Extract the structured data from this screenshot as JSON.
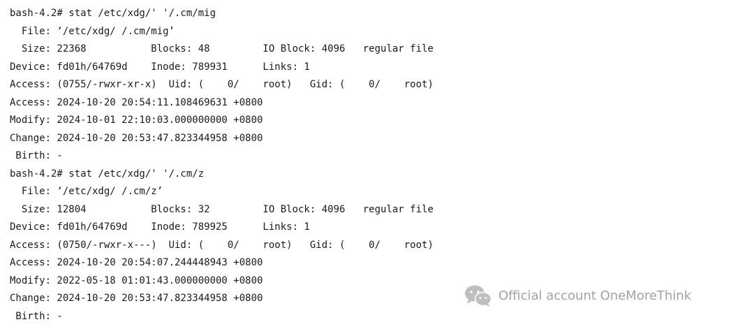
{
  "terminal": {
    "lines": [
      "bash-4.2# stat /etc/xdg/' '/.cm/mig",
      "  File: ‘/etc/xdg/ /.cm/mig’",
      "  Size: 22368           Blocks: 48         IO Block: 4096   regular file",
      "Device: fd01h/64769d    Inode: 789931      Links: 1",
      "Access: (0755/-rwxr-xr-x)  Uid: (    0/    root)   Gid: (    0/    root)",
      "Access: 2024-10-20 20:54:11.108469631 +0800",
      "Modify: 2024-10-01 22:10:03.000000000 +0800",
      "Change: 2024-10-20 20:53:47.823344958 +0800",
      " Birth: -",
      "bash-4.2# stat /etc/xdg/' '/.cm/z",
      "  File: ‘/etc/xdg/ /.cm/z’",
      "  Size: 12804           Blocks: 32         IO Block: 4096   regular file",
      "Device: fd01h/64769d    Inode: 789925      Links: 1",
      "Access: (0750/-rwxr-x---)  Uid: (    0/    root)   Gid: (    0/    root)",
      "Access: 2024-10-20 20:54:07.244448943 +0800",
      "Modify: 2022-05-18 01:01:43.000000000 +0800",
      "Change: 2024-10-20 20:53:47.823344958 +0800",
      " Birth: -"
    ]
  },
  "watermark": {
    "text": "Official account OneMoreThink",
    "icon": "wechat-icon"
  },
  "colors": {
    "background": "#ffffff",
    "text": "#1a1a1a",
    "watermark": "#555555"
  }
}
